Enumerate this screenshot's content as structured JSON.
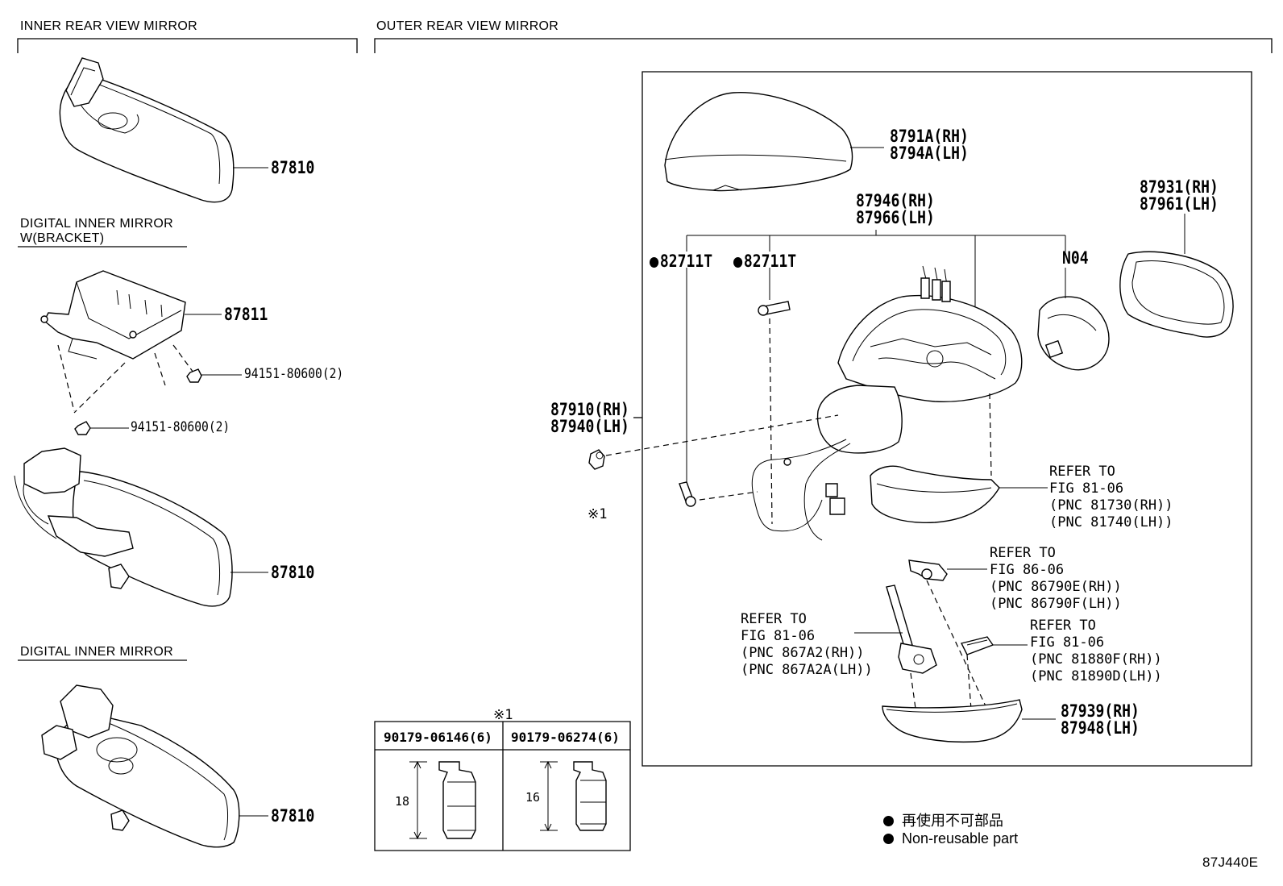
{
  "sections": {
    "inner": "INNER REAR VIEW MIRROR",
    "outer": "OUTER REAR VIEW MIRROR",
    "digital_bracket_1": "DIGITAL INNER MIRROR",
    "digital_bracket_2": "W(BRACKET)",
    "digital": "DIGITAL INNER MIRROR"
  },
  "parts": {
    "p87810_a": "87810",
    "p87811": "87811",
    "p94151_a": "94151-80600(2)",
    "p94151_b": "94151-80600(2)",
    "p87810_b": "87810",
    "p87810_c": "87810",
    "cover": "8791A(RH)\n8794A(LH)",
    "housing": "87946(RH)\n87966(LH)",
    "glass": "87931(RH)\n87961(LH)",
    "clip1": "82711T",
    "clip2": "82711T",
    "n04": "N04",
    "outer_assy": "87910(RH)\n87940(LH)",
    "note_mark": "※1",
    "lower_cover": "87939(RH)\n87948(LH)"
  },
  "refs": {
    "signal": "REFER TO\nFIG 81-06\n(PNC 81730(RH))\n(PNC 81740(LH))",
    "lamp": "REFER TO\nFIG 86-06\n(PNC 86790E(RH))\n(PNC 86790F(LH))",
    "camera": "REFER TO\nFIG 81-06\n(PNC 867A2(RH))\n(PNC 867A2A(LH))",
    "sensor": "REFER TO\nFIG 81-06\n(PNC 81880F(RH))\n(PNC 81890D(LH))"
  },
  "table": {
    "mark": "※1",
    "col1_head": "90179-06146(6)",
    "col2_head": "90179-06274(6)",
    "col1_dim": "18",
    "col2_dim": "16"
  },
  "legend": {
    "jp": "再使用不可部品",
    "en": "Non-reusable part"
  },
  "figure_code": "87J440E"
}
